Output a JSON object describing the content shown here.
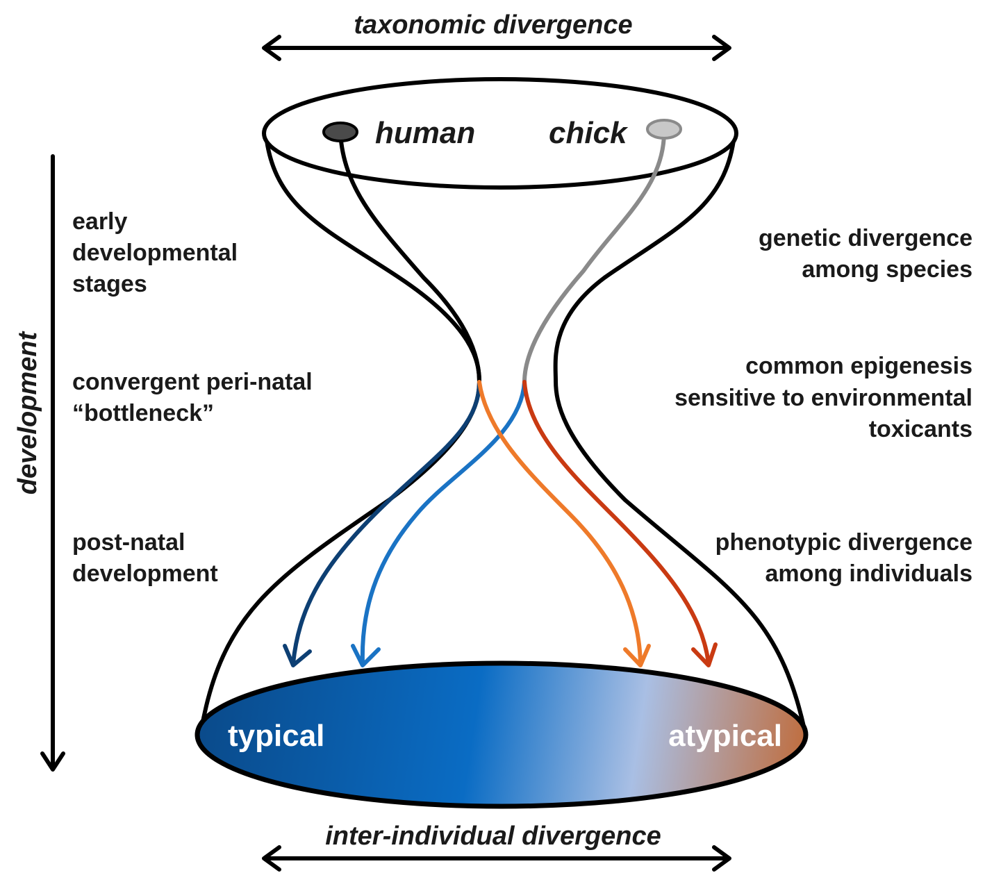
{
  "axes": {
    "top": "taxonomic divergence",
    "bottom": "inter-individual divergence",
    "vertical": "development"
  },
  "species": {
    "left": "human",
    "right": "chick"
  },
  "outcomes": {
    "left": "typical",
    "right": "atypical"
  },
  "left_labels": {
    "early": [
      "early",
      "developmental",
      "stages"
    ],
    "bottleneck": [
      "convergent peri-natal",
      "“bottleneck”"
    ],
    "postnatal": [
      "post-natal",
      "development"
    ]
  },
  "right_labels": {
    "genetic": [
      "genetic divergence",
      "among species"
    ],
    "epigenesis": [
      "common epigenesis",
      "sensitive to environmental",
      "toxicants"
    ],
    "phenotypic": [
      "phenotypic divergence",
      "among individuals"
    ]
  },
  "colors": {
    "outline": "#000000",
    "human_dot": "#4a4a4a",
    "chick_dot": "#c8c8c8",
    "chick_path": "#8a8a8a",
    "dark_blue": "#0d3f73",
    "blue": "#1a73c4",
    "orange": "#ee7a2a",
    "red_orange": "#c93a12",
    "gradient_start": "#0a4a8a",
    "gradient_mid": "#0a6cc4",
    "gradient_light": "#a9bfe4",
    "gradient_end": "#c06b3a"
  }
}
